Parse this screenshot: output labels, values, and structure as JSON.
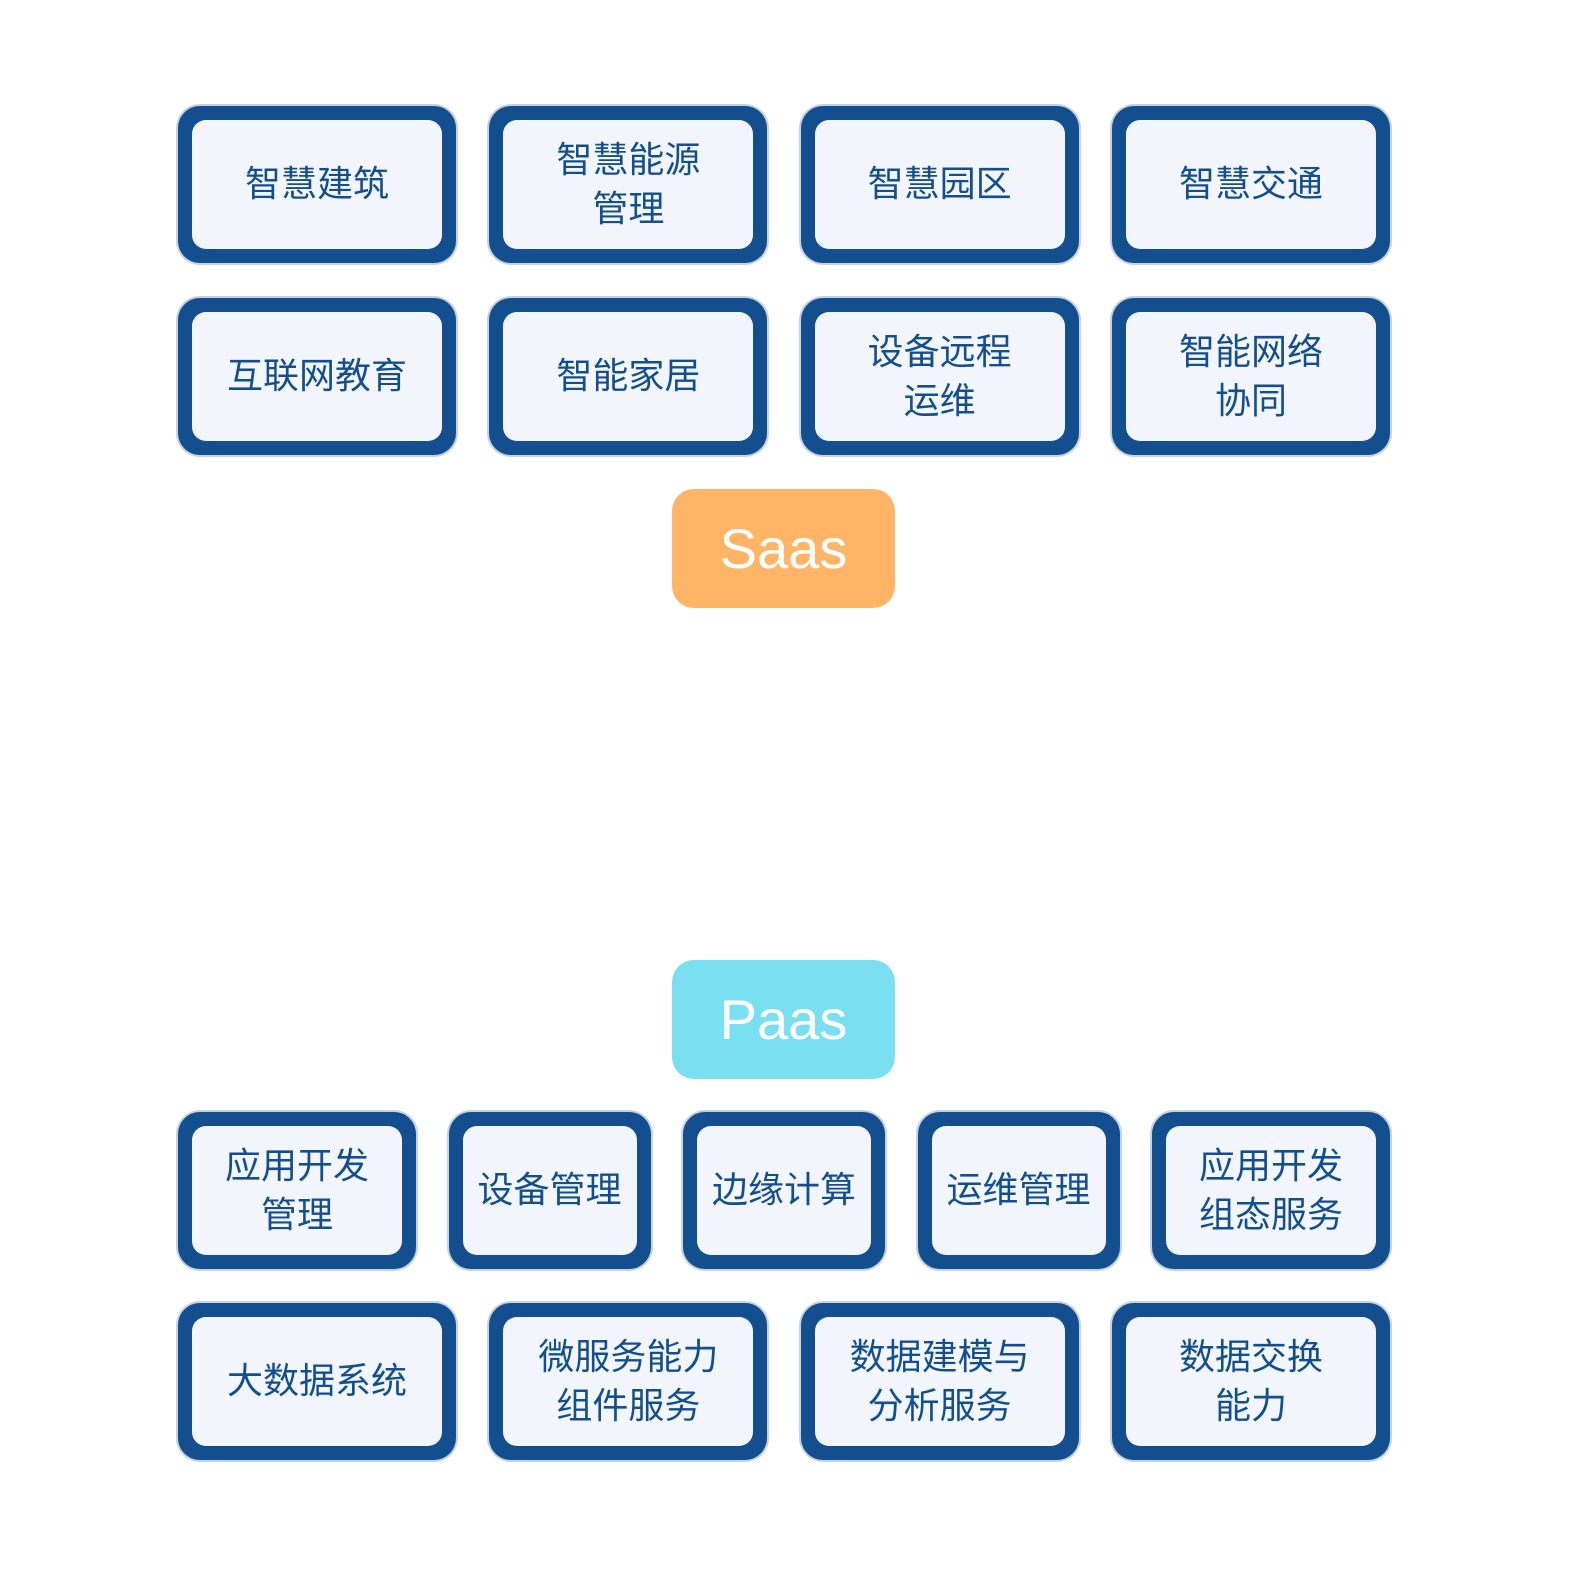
{
  "saas_label": "Saas",
  "paas_label": "Paas",
  "saas": {
    "row1": [
      {
        "lines": [
          "智慧建筑"
        ]
      },
      {
        "lines": [
          "智慧能源",
          "管理"
        ]
      },
      {
        "lines": [
          "智慧园区"
        ]
      },
      {
        "lines": [
          "智慧交通"
        ]
      }
    ],
    "row2": [
      {
        "lines": [
          "互联网教育"
        ]
      },
      {
        "lines": [
          "智能家居"
        ]
      },
      {
        "lines": [
          "设备远程",
          "运维"
        ]
      },
      {
        "lines": [
          "智能网络",
          "协同"
        ]
      }
    ]
  },
  "paas": {
    "row1": [
      {
        "lines": [
          "应用开发",
          "管理"
        ]
      },
      {
        "lines": [
          "设备管理"
        ]
      },
      {
        "lines": [
          "边缘计算"
        ]
      },
      {
        "lines": [
          "运维管理"
        ]
      },
      {
        "lines": [
          "应用开发",
          "组态服务"
        ]
      }
    ],
    "row2": [
      {
        "lines": [
          "大数据系统"
        ]
      },
      {
        "lines": [
          "微服务能力",
          "组件服务"
        ]
      },
      {
        "lines": [
          "数据建模与",
          "分析服务"
        ]
      },
      {
        "lines": [
          "数据交换",
          "能力"
        ]
      }
    ]
  },
  "colors": {
    "box_border": "#134f8e",
    "box_fill": "#f2f6fc",
    "saas_fill": "#ffb565",
    "paas_fill": "#7adff1"
  }
}
